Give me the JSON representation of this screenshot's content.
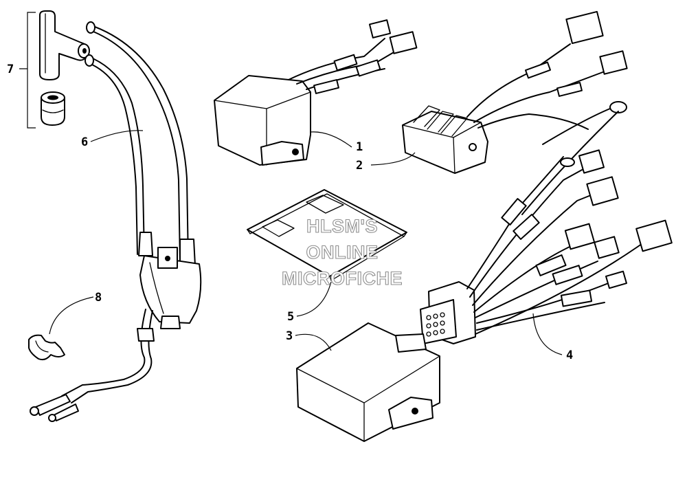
{
  "diagram": {
    "watermark": [
      "HLSM'S",
      "ONLINE",
      "MICROFICHE"
    ],
    "callouts": [
      {
        "id": "c1",
        "label": "1"
      },
      {
        "id": "c2",
        "label": "2"
      },
      {
        "id": "c3",
        "label": "3"
      },
      {
        "id": "c4",
        "label": "4"
      },
      {
        "id": "c5",
        "label": "5"
      },
      {
        "id": "c6",
        "label": "6"
      },
      {
        "id": "c7",
        "label": "7"
      },
      {
        "id": "c8",
        "label": "8"
      }
    ]
  }
}
